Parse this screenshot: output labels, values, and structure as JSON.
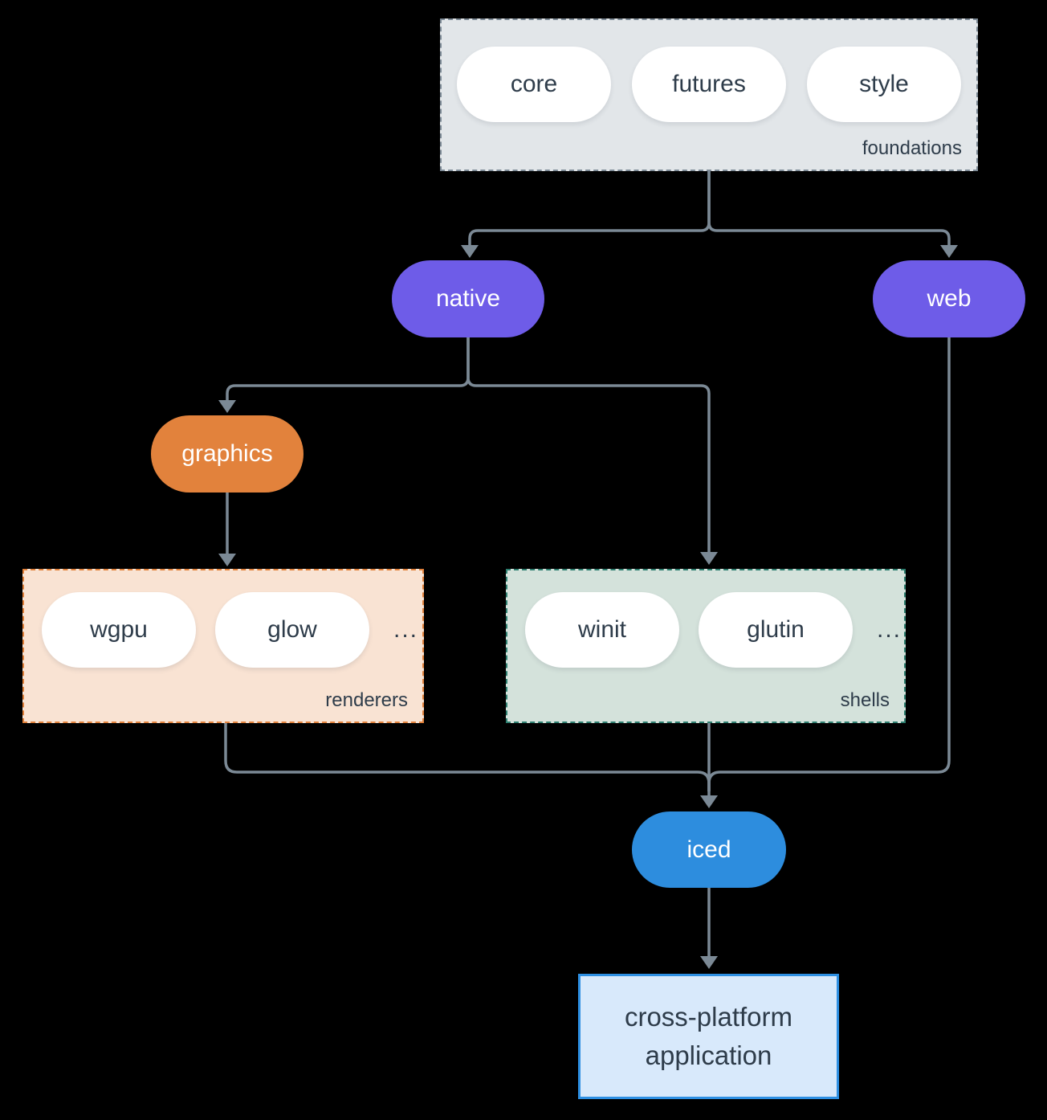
{
  "diagram": {
    "title_implicit": "iced ecosystem diagram",
    "background": "#000000"
  },
  "foundations": {
    "label": "foundations",
    "pills": [
      "core",
      "futures",
      "style"
    ]
  },
  "nodes": {
    "native": "native",
    "web": "web",
    "graphics": "graphics",
    "iced": "iced"
  },
  "renderers": {
    "label": "renderers",
    "pills": [
      "wgpu",
      "glow"
    ],
    "more": "..."
  },
  "shells": {
    "label": "shells",
    "pills": [
      "winit",
      "glutin"
    ],
    "more": "..."
  },
  "application": {
    "label": "cross-platform application"
  },
  "colors": {
    "background": "#000000",
    "arrow": "#7b8995",
    "text_dark": "#2e3c4a",
    "pill_white": "#ffffff",
    "purple_node": "#6e5ce8",
    "orange_node": "#e2823c",
    "blue_node": "#2d8dde",
    "foundations_fill": "#e2e6e9",
    "foundations_border": "#7e8b97",
    "renderers_fill": "#f9e3d3",
    "renderers_border": "#e1813b",
    "shells_fill": "#d4e2db",
    "shells_border": "#2c7d6e",
    "application_fill": "#d8e9fb",
    "application_border": "#2d8fe2"
  }
}
